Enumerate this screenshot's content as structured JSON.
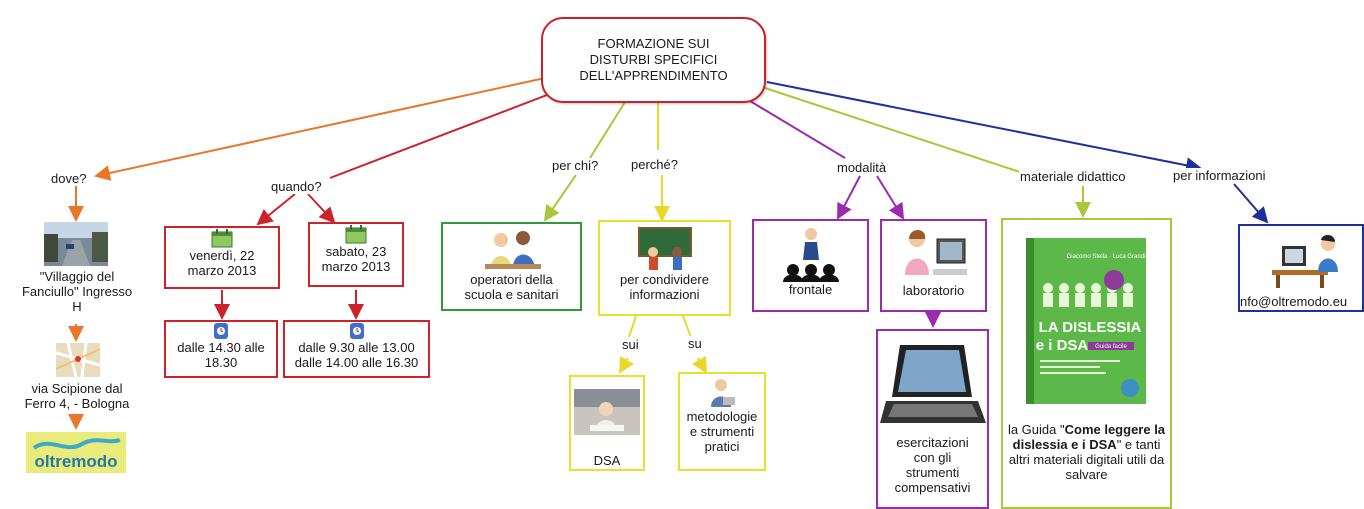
{
  "root": {
    "lines": [
      "FORMAZIONE SUI",
      "DISTURBI SPECIFICI",
      "DELL'APPRENDIMENTO"
    ]
  },
  "branches": {
    "dove": "dove?",
    "quando": "quando?",
    "per_chi": "per chi?",
    "perche": "perché?",
    "modalita": "modalità",
    "materiale": "materiale didattico",
    "info": "per informazioni"
  },
  "dove": {
    "place": [
      "\"Villaggio del",
      "Fanciullo\" Ingresso",
      "H"
    ],
    "address": [
      "via Scipione dal",
      "Ferro 4,  - Bologna"
    ],
    "logo": "oltremodo"
  },
  "quando": {
    "day1": [
      "venerdì, 22",
      "marzo 2013"
    ],
    "day2": [
      "sabato, 23",
      "marzo 2013"
    ],
    "time1": [
      "dalle 14.30 alle",
      "18.30"
    ],
    "time2": [
      "dalle 9.30 alle 13.00",
      "dalle 14.00 alle 16.30"
    ]
  },
  "per_chi": {
    "lines": [
      "operatori della",
      "scuola e sanitari"
    ]
  },
  "perche": {
    "lines": [
      "per condividere",
      "informazioni"
    ],
    "sui": "sui",
    "su": "su",
    "dsa": "DSA",
    "metodologie": [
      "metodologie",
      "e strumenti",
      "pratici"
    ]
  },
  "modalita": {
    "frontale": "frontale",
    "laboratorio": "laboratorio",
    "esercitazioni": [
      "esercitazioni",
      "con gli",
      "strumenti",
      "compensativi"
    ]
  },
  "materiale": {
    "book_author": "Giacomo Stella · Luca Grandi",
    "book_title": [
      "LA DISLESSIA",
      "e i DSA"
    ],
    "book_badge": "Guida facile",
    "guide_pre": "la Guida \"",
    "guide_bold": "Come leggere la dislessia e i DSA",
    "guide_post": "\" e tanti altri materiali digitali utili da salvare"
  },
  "info": {
    "email": "nfo@oltremodo.eu"
  },
  "colors": {
    "orange": "#e8762b",
    "red": "#cc2229",
    "lime": "#a8c83a",
    "yellow": "#e8d82a",
    "purple": "#9a2bb0",
    "blue": "#1e2f9e",
    "green": "#2e9a3a"
  }
}
